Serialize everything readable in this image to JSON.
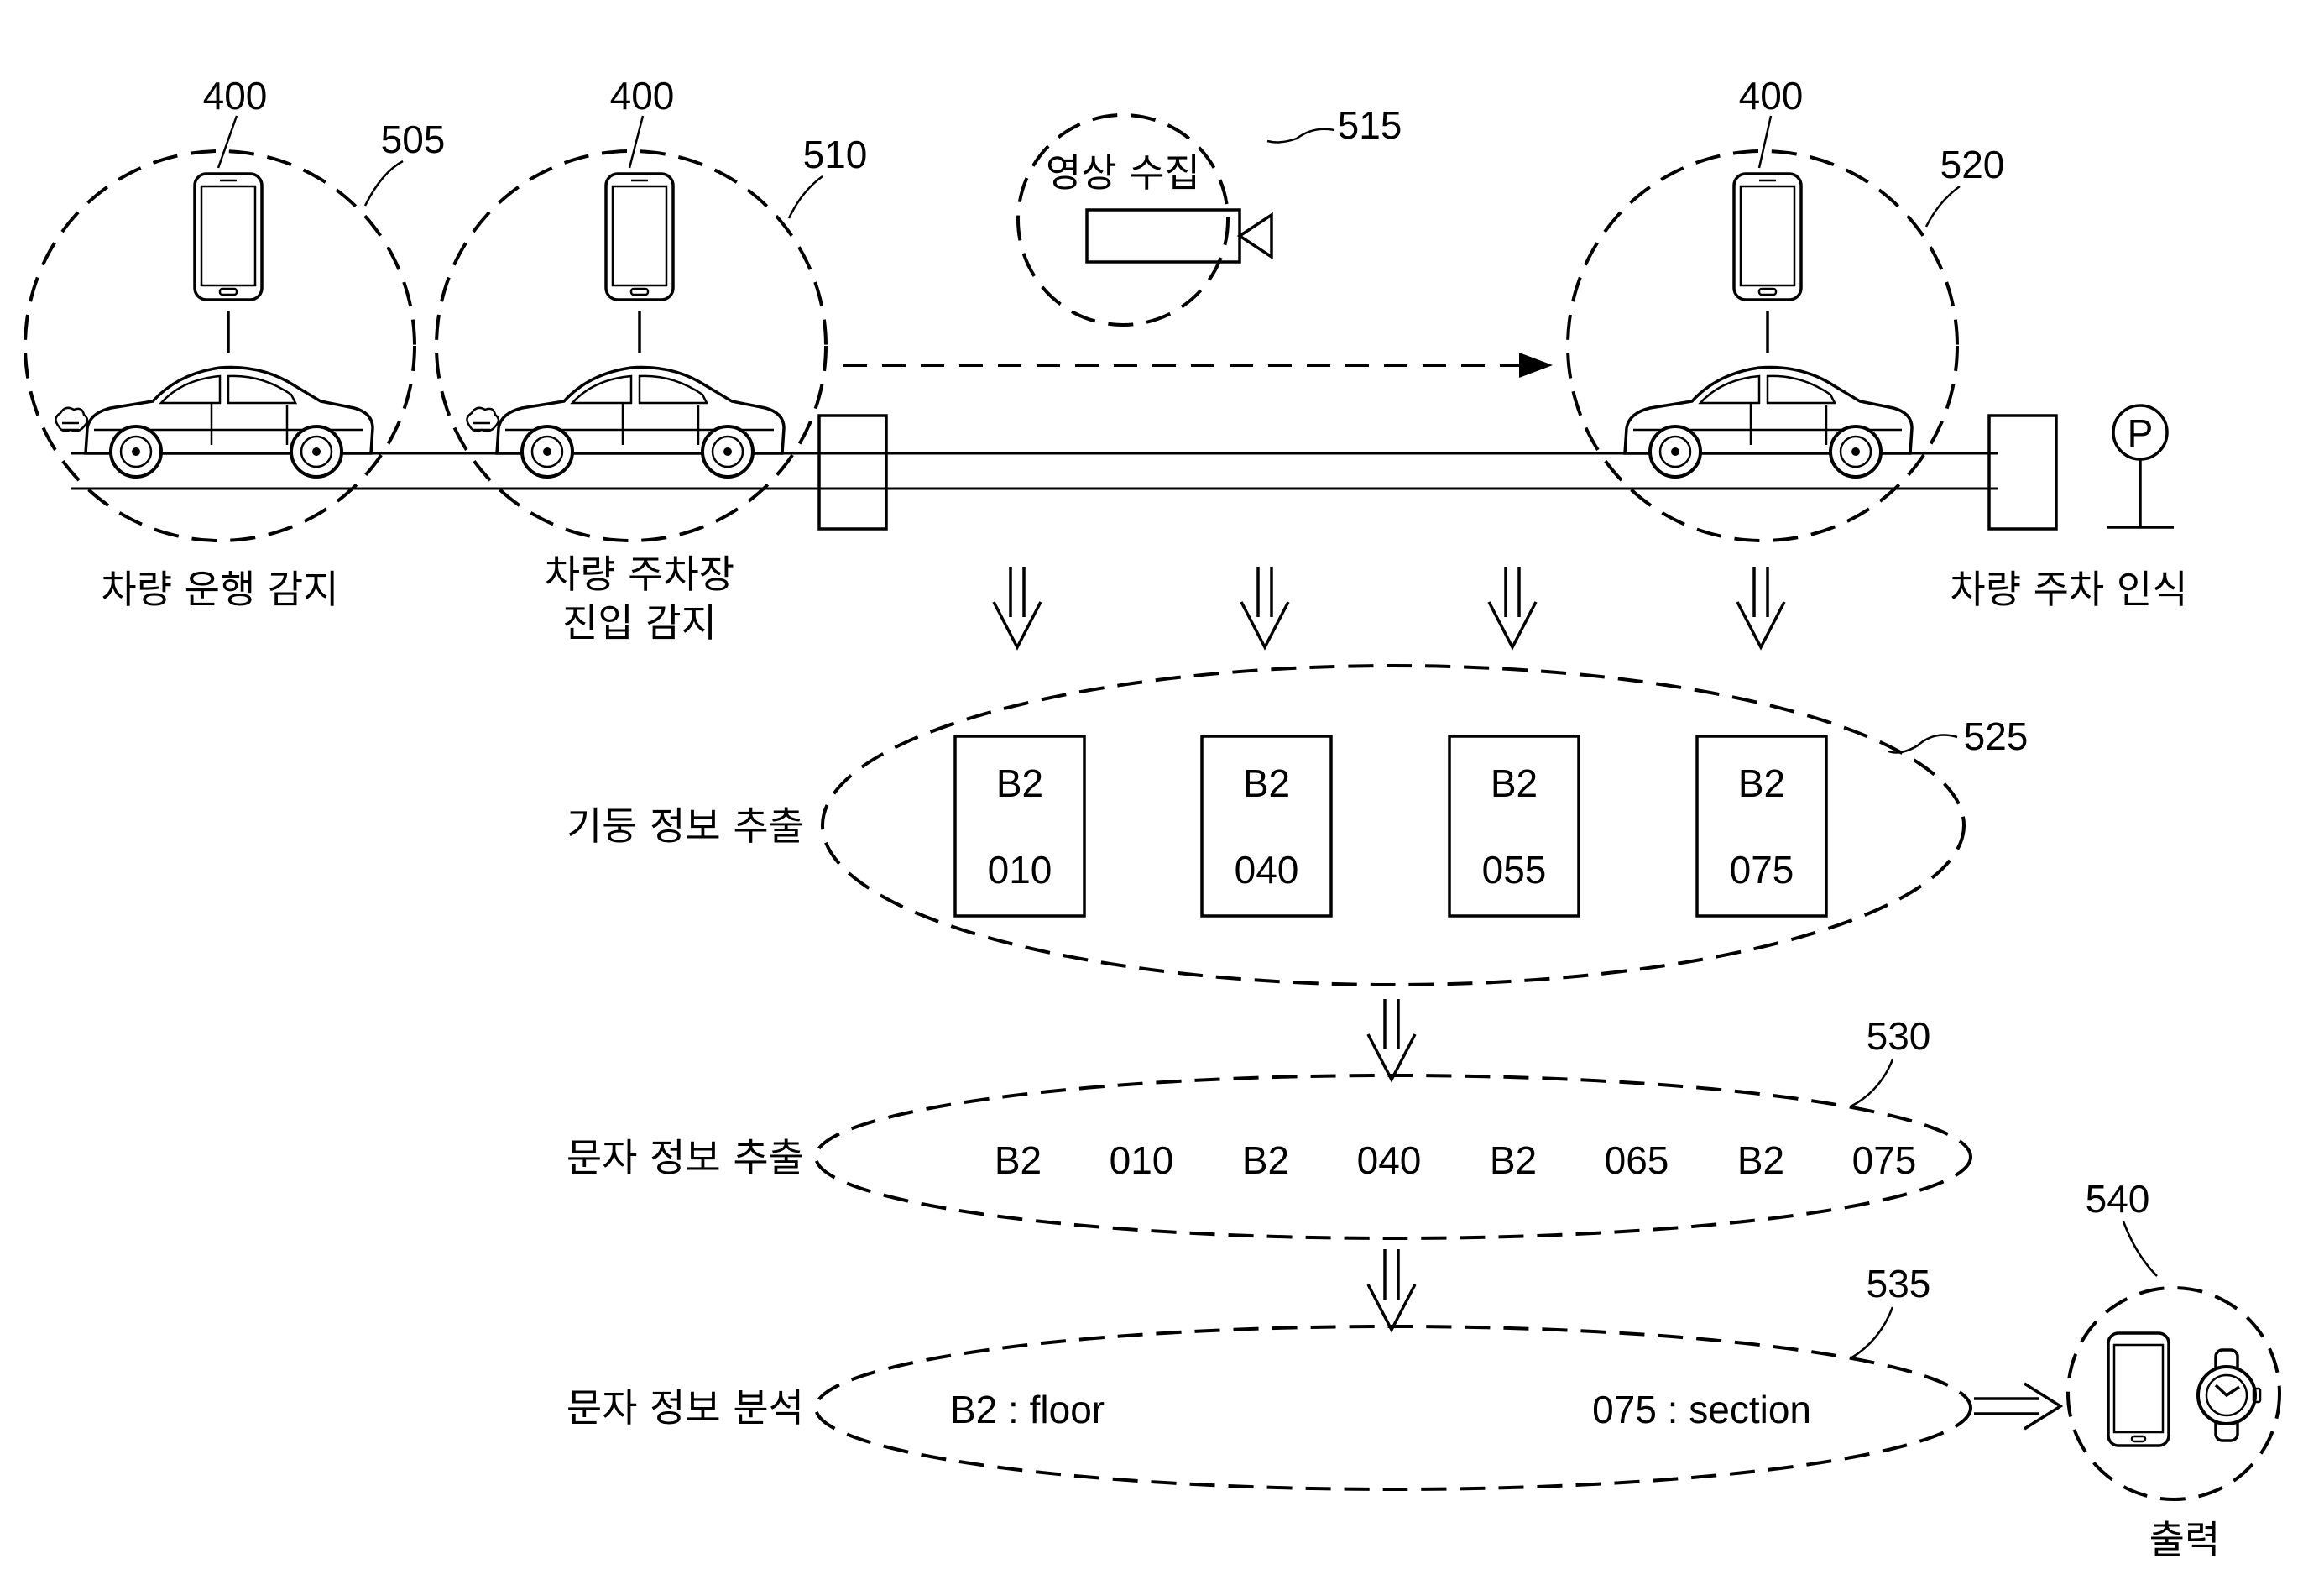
{
  "refs": {
    "phone1": "400",
    "phone2": "400",
    "phone3": "400",
    "r505": "505",
    "r510": "510",
    "r515": "515",
    "r520": "520",
    "r525": "525",
    "r530": "530",
    "r535": "535",
    "r540": "540"
  },
  "labels": {
    "drive_detect": "차량 운행 감지",
    "entry_detect_line1": "차량 주차장",
    "entry_detect_line2": "진입 감지",
    "video_collect": "영상 수집",
    "parking_recognize": "차량 주차 인식",
    "pillar_extract": "기둥 정보 추출",
    "char_extract": "문자 정보 추출",
    "char_analyze": "문자 정보 분석",
    "output": "출력",
    "parking_sign": "P"
  },
  "pillars": [
    {
      "floor": "B2",
      "number": "010"
    },
    {
      "floor": "B2",
      "number": "040"
    },
    {
      "floor": "B2",
      "number": "055"
    },
    {
      "floor": "B2",
      "number": "075"
    }
  ],
  "extracted_chars": [
    "B2",
    "010",
    "B2",
    "040",
    "B2",
    "065",
    "B2",
    "075"
  ],
  "analysis": {
    "floor": "B2 : floor",
    "section": "075 : section"
  }
}
